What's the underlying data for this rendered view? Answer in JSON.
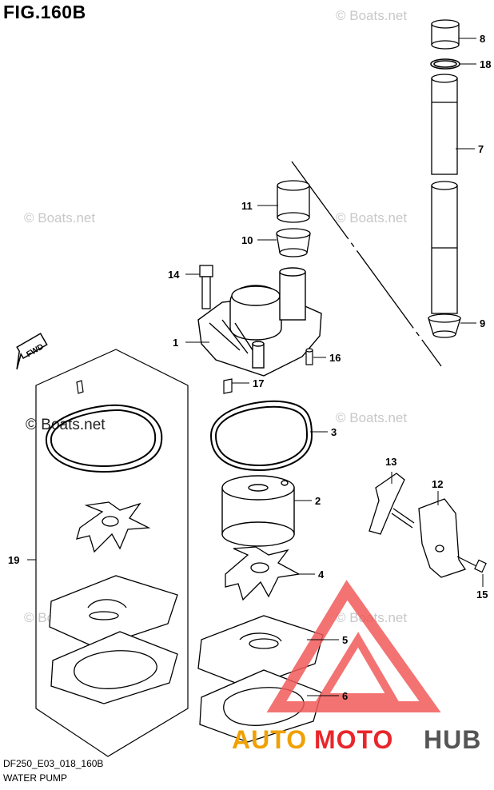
{
  "figure": {
    "title": "FIG.160B",
    "code": "DF250_E03_018_160B",
    "subtitle": "WATER PUMP",
    "direction_label": "FWD"
  },
  "callouts": [
    "1",
    "2",
    "3",
    "4",
    "5",
    "6",
    "7",
    "8",
    "9",
    "10",
    "11",
    "12",
    "13",
    "14",
    "15",
    "16",
    "17",
    "18",
    "19"
  ],
  "watermarks": {
    "faint": "© Boats.net",
    "prominent": "© Boats.net"
  },
  "brand": {
    "part1": "AUTO",
    "part2": "MOTO",
    "part3": "HUB",
    "colors": {
      "auto": "#f0a000",
      "moto": "#e8262b",
      "hub": "#555555",
      "triangle": "#f15a5a"
    }
  }
}
